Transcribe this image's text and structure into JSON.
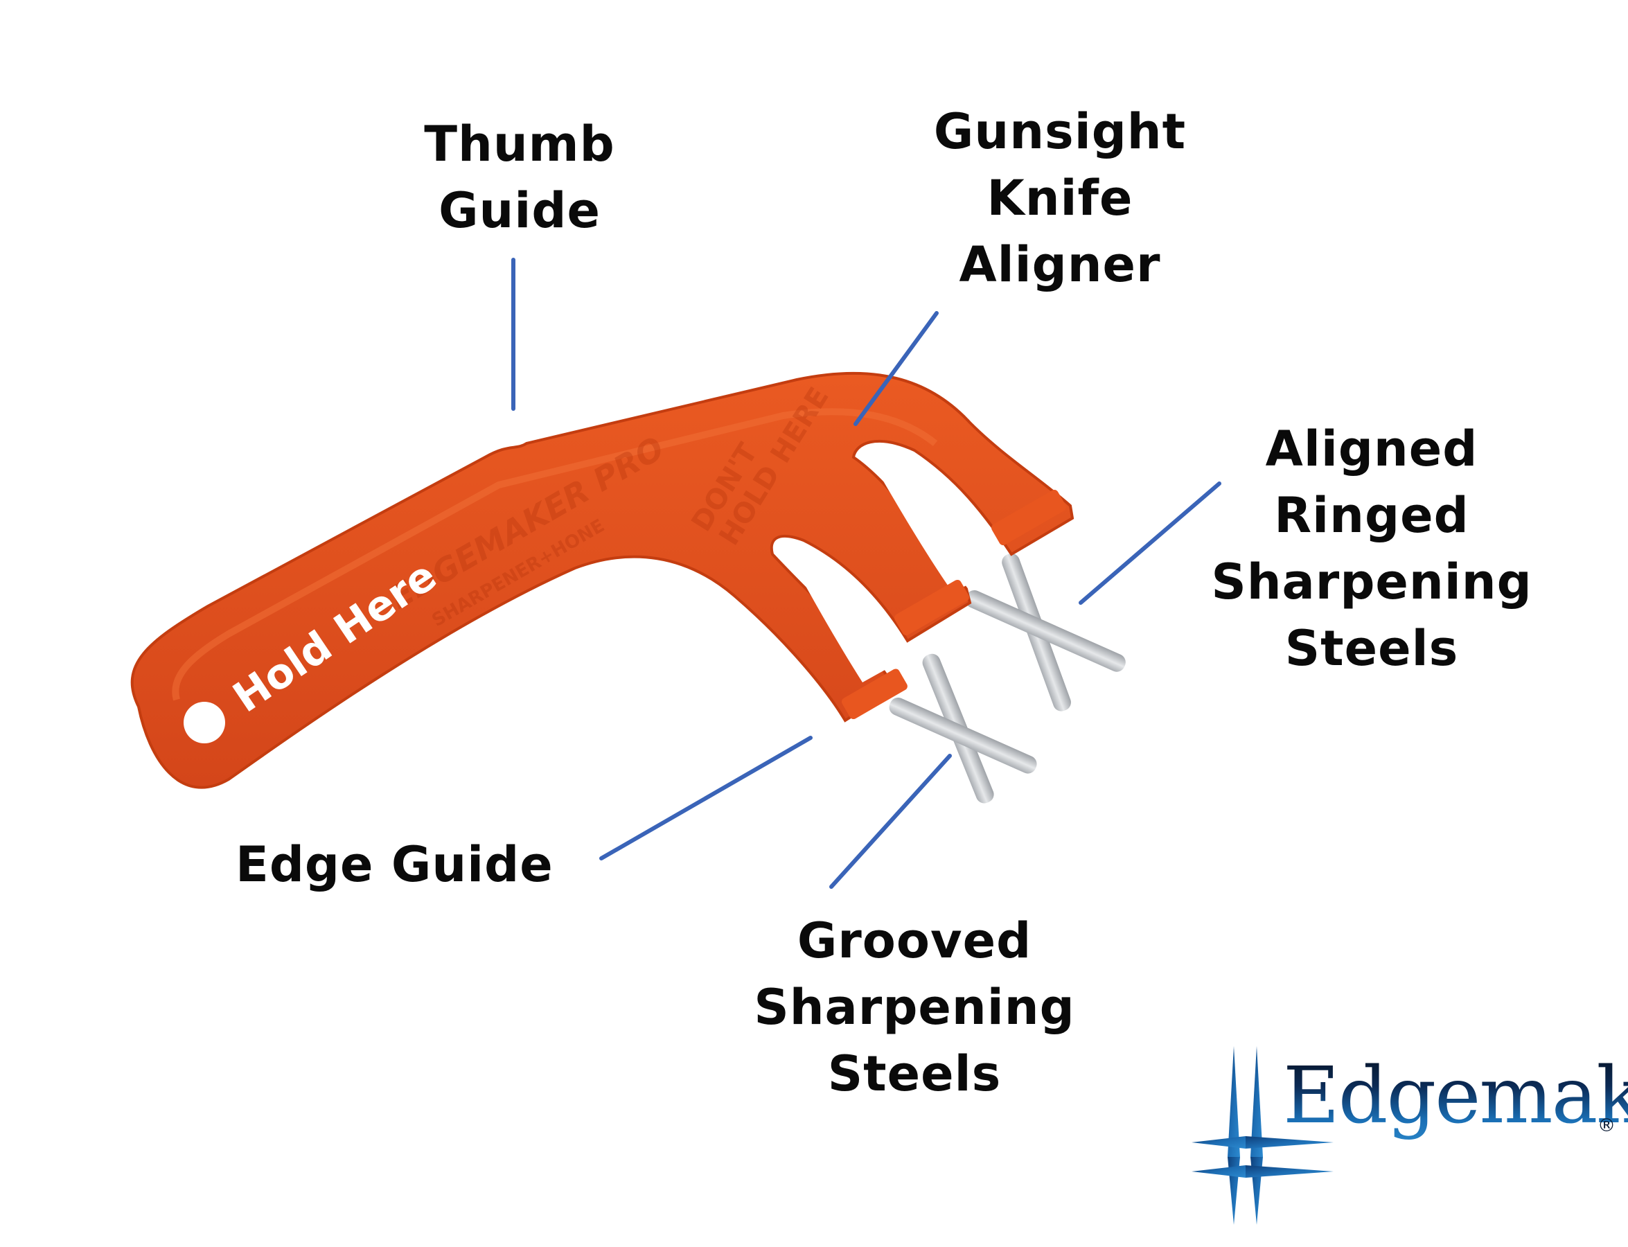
{
  "callouts": {
    "thumb_guide": {
      "lines": [
        "Thumb",
        "Guide"
      ]
    },
    "gunsight": {
      "lines": [
        "Gunsight",
        "Knife",
        "Aligner"
      ]
    },
    "aligned_steels": {
      "lines": [
        "Aligned",
        "Ringed",
        "Sharpening",
        "Steels"
      ]
    },
    "edge_guide": {
      "lines": [
        "Edge Guide"
      ]
    },
    "grooved_steels": {
      "lines": [
        "Grooved",
        "Sharpening",
        "Steels"
      ]
    }
  },
  "product": {
    "hold_label": "Hold Here",
    "emboss_brand": "EDGEMAKER PRO",
    "emboss_sub": "SHARPENER+HONE",
    "emboss_warn_1": "DON'T",
    "emboss_warn_2": "HOLD HERE",
    "body_color": "#e0501c",
    "body_shadow_color": "#c8400f",
    "steel_color": "#c9ccd0"
  },
  "leader_color": "#3a64b8",
  "logo": {
    "wordmark": "Edgemaker",
    "registered": "®",
    "star_color": "#1d6db3"
  }
}
